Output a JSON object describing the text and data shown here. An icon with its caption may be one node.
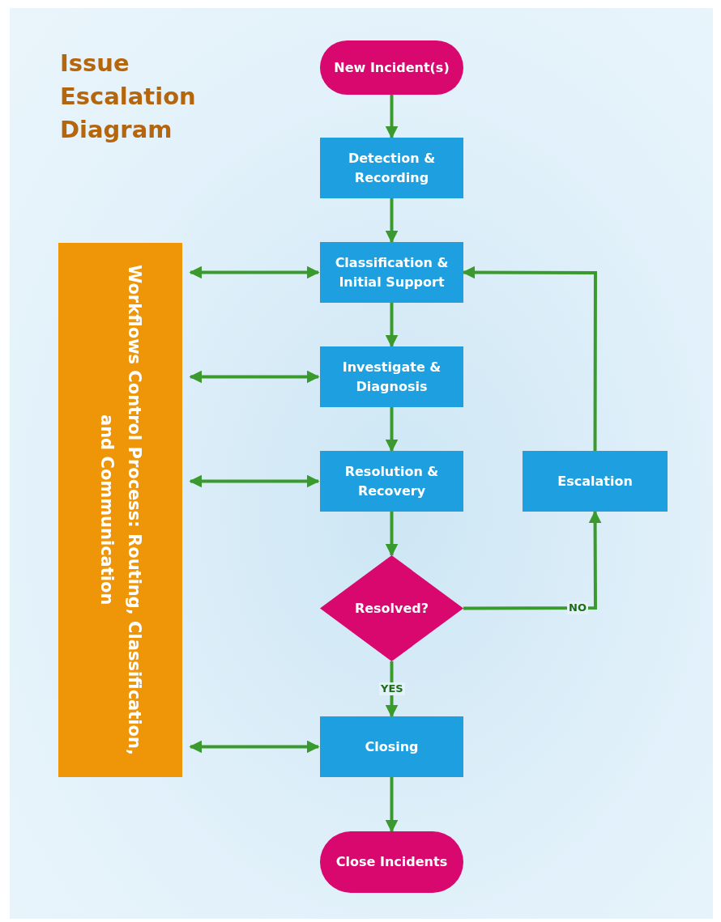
{
  "diagram": {
    "title": "Issue Escalation Diagram",
    "nodes": [
      {
        "text": [
          "New Incident(s)"
        ]
      },
      {
        "text": [
          "Detection & Recording"
        ]
      },
      {
        "text": [
          "Classification & Initial Support"
        ]
      },
      {
        "text": [
          "Investigate & Diagnosis"
        ]
      },
      {
        "text": [
          "Resolution & Recovery"
        ]
      },
      {
        "text": [
          "Resolved?"
        ]
      },
      {
        "text": [
          "Escalation"
        ]
      },
      {
        "text": [
          "Closing"
        ]
      },
      {
        "text": [
          "Close Incidents"
        ]
      },
      {
        "text": [
          "Workflows Control Process: Routing, Classification, and Communication"
        ]
      }
    ],
    "edges": [
      {
        "from": 0,
        "to": 1,
        "arrow": "to"
      },
      {
        "from": 1,
        "to": 2,
        "arrow": "to"
      },
      {
        "from": 2,
        "to": 3,
        "arrow": "to"
      },
      {
        "from": 3,
        "to": 4,
        "arrow": "to"
      },
      {
        "from": 4,
        "to": 5,
        "arrow": "to"
      },
      {
        "from": 5,
        "to": 7,
        "label": "YES",
        "arrow": "to"
      },
      {
        "from": 5,
        "to": 6,
        "label": "NO",
        "arrow": "to"
      },
      {
        "from": 6,
        "to": 2,
        "arrow": "to"
      },
      {
        "from": 7,
        "to": 8,
        "arrow": "to"
      },
      {
        "from": 9,
        "to": 2,
        "arrow": "both"
      },
      {
        "from": 9,
        "to": 3,
        "arrow": "both"
      },
      {
        "from": 9,
        "to": 4,
        "arrow": "both"
      },
      {
        "from": 9,
        "to": 7,
        "arrow": "both"
      }
    ]
  }
}
